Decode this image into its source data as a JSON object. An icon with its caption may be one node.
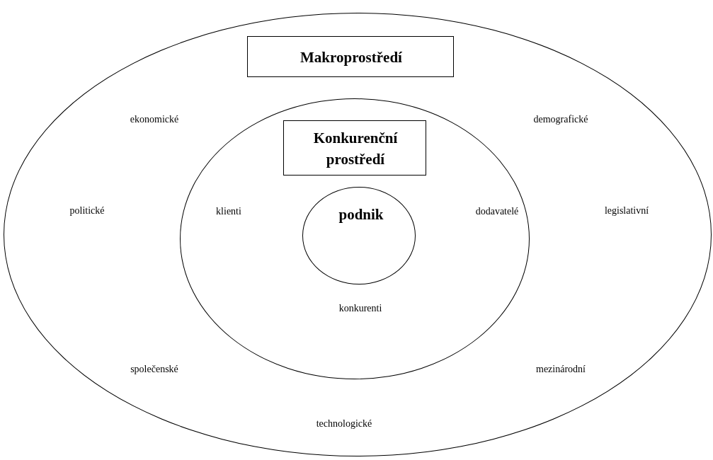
{
  "diagram": {
    "nodes": [
      {
        "text": [
          "ekonomické",
          "demografické",
          "politické",
          "legislativní",
          "společenské",
          "mezinárodní",
          "technologické"
        ]
      },
      {
        "text": [
          "Makroprostředí"
        ],
        "in": 0
      },
      {
        "text": [
          "klienti",
          "dodavatelé",
          "konkurenti"
        ],
        "in": 0
      },
      {
        "text": [
          "Konkurenční prostředí"
        ],
        "in": 2
      },
      {
        "text": [
          "podnik"
        ],
        "in": 2
      }
    ]
  }
}
